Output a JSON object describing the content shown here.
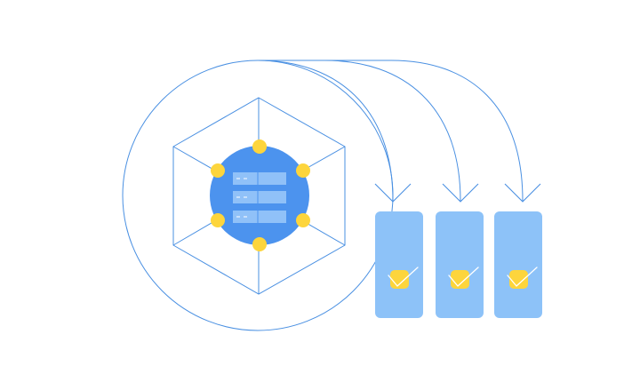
{
  "colors": {
    "background": "#ffffff",
    "line": "#4a90e2",
    "core": "#4c93ee",
    "server_row": "#90c1f8",
    "server_tick": "#ffffff",
    "node": "#fdd53c",
    "container": "#8dc2f8",
    "check": "#ffffff"
  },
  "icons": {
    "hub": "hexagon-server-icon",
    "server": "server-stack-icon",
    "node": "node-dot-icon",
    "container": "container-icon",
    "badge": "check-badge-icon",
    "arrow": "arrow-down-icon"
  },
  "diagram": {
    "server_rows": 3,
    "node_count": 6,
    "container_count": 3,
    "arrow_count": 3
  }
}
